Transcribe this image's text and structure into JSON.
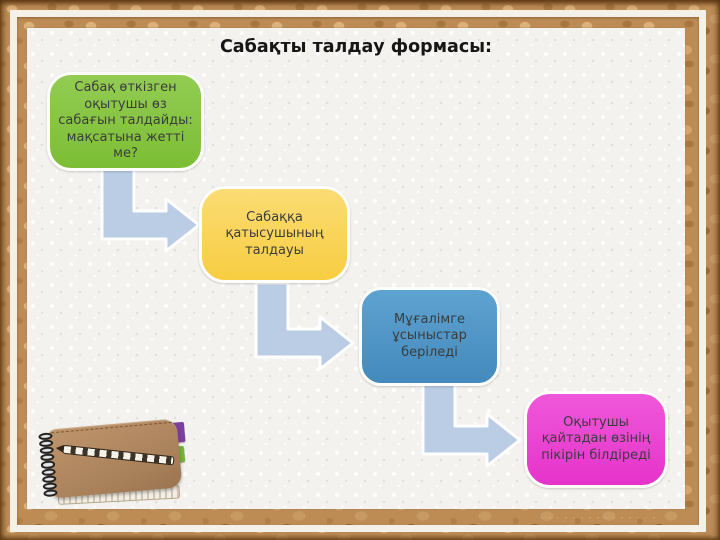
{
  "slide": {
    "title": "Сабақты талдау формасы:",
    "steps": [
      {
        "label": "Сабақ өткізген\nоқытушы өз\nсабағын талдайды:\nмақсатына жетті\nме?",
        "color": "#86c440"
      },
      {
        "label": "Сабаққа\nқатысушының\nталдауы",
        "color": "#f9d252"
      },
      {
        "label": "Мұғалімге\nұсыныстар\nберіледі",
        "color": "#4f97c8"
      },
      {
        "label": "Оқытушы\nқайтадан өзінің\nпікірін білдіреді",
        "color": "#eb43d3"
      }
    ],
    "connector_color": "#bacde5",
    "frame_color": "#bd8c55",
    "text_color": "#3c3c3c",
    "decor_icons": {
      "notebook": "spiral-notebook-with-pen-icon"
    }
  }
}
